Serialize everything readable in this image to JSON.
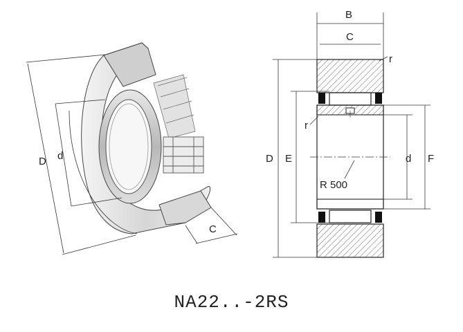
{
  "caption": "NA22..-2RS",
  "left_view": {
    "labels": {
      "D": "D",
      "d": "d",
      "C": "C"
    }
  },
  "right_view": {
    "labels": {
      "B": "B",
      "C": "C",
      "r_top": "r",
      "r_left": "r",
      "D": "D",
      "E": "E",
      "d": "d",
      "F": "F",
      "R": "R 500"
    }
  }
}
